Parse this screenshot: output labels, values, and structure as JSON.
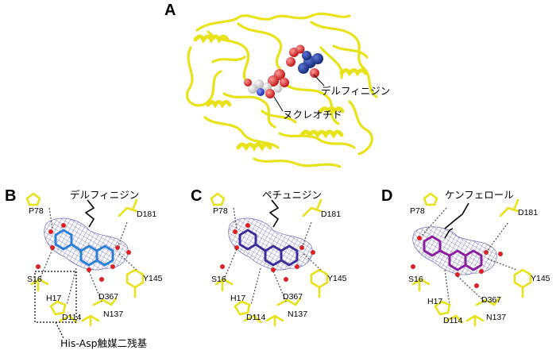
{
  "figure": {
    "panel_a": {
      "letter": "A",
      "ligand_label": "デルフィニジン",
      "cofactor_label": "ヌクレオチド"
    },
    "panel_b": {
      "letter": "B",
      "ligand_label": "デルフィニジン",
      "residues": [
        "P78",
        "D181",
        "Y145",
        "S16",
        "H17",
        "D114",
        "D367",
        "N137"
      ],
      "callout": "His-Asp触媒二残基"
    },
    "panel_c": {
      "letter": "C",
      "ligand_label": "ペチュニジン",
      "residues": [
        "P78",
        "D181",
        "Y145",
        "S16",
        "H17",
        "D114",
        "D367",
        "N137"
      ]
    },
    "panel_d": {
      "letter": "D",
      "ligand_label": "ケンフェロール",
      "residues": [
        "P78",
        "D181",
        "Y145",
        "S16",
        "H17",
        "D114",
        "D367",
        "N137"
      ]
    }
  },
  "colors": {
    "protein": "#e8e21a",
    "delphinidin": "#2b7fd6",
    "petunidin": "#3a2f9a",
    "kaempferol": "#8a1f9e",
    "density_mesh": "#6a6ab5",
    "oxygen": "#e02020",
    "nitrogen": "#3040d8"
  }
}
